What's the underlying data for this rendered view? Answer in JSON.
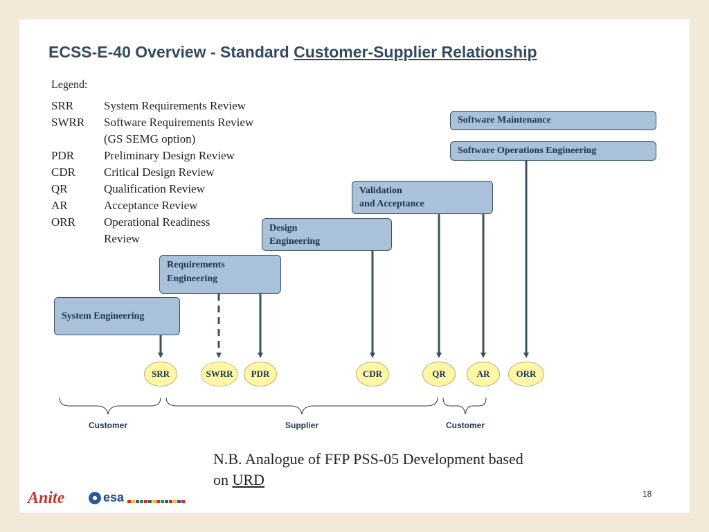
{
  "title": {
    "plain": "ECSS-E-40 Overview - Standard ",
    "underlined": "Customer-Supplier Relationship"
  },
  "legend": {
    "heading": "Legend:",
    "rows": [
      {
        "abbr": "SRR",
        "desc": "System Requirements Review"
      },
      {
        "abbr": "SWRR",
        "desc": "Software Requirements Review"
      },
      {
        "abbr": "",
        "desc": "(GS SEMG option)"
      },
      {
        "abbr": "PDR",
        "desc": "Preliminary Design Review"
      },
      {
        "abbr": "CDR",
        "desc": "Critical Design Review"
      },
      {
        "abbr": "QR",
        "desc": "Qualification Review"
      },
      {
        "abbr": "AR",
        "desc": "Acceptance Review"
      },
      {
        "abbr": "ORR",
        "desc": "Operational Readiness"
      },
      {
        "abbr": "",
        "desc": "Review"
      }
    ]
  },
  "activities": {
    "system_engineering": "System Engineering",
    "requirements_engineering": [
      "Requirements",
      "Engineering"
    ],
    "design_engineering": [
      "Design",
      "Engineering"
    ],
    "validation_acceptance": [
      "Validation",
      "and Acceptance"
    ],
    "software_operations": "Software Operations Engineering",
    "software_maintenance": "Software Maintenance"
  },
  "reviews": {
    "srr": "SRR",
    "swrr": "SWRR",
    "pdr": "PDR",
    "cdr": "CDR",
    "qr": "QR",
    "ar": "AR",
    "orr": "ORR"
  },
  "braces": {
    "customer_left": "Customer",
    "supplier": "Supplier",
    "customer_right": "Customer"
  },
  "note": {
    "text": "N.B. Analogue of FFP PSS-05 Development based",
    "line2_prefix": "on ",
    "link": "URD"
  },
  "footer": {
    "page_number": "18",
    "logo_anite": "Anite",
    "logo_esa": "esa"
  },
  "colors": {
    "box_fill": "#a9c2d9",
    "node_fill": "#fff7a6",
    "title": "#34495e",
    "arrow": "#3c4f63"
  }
}
